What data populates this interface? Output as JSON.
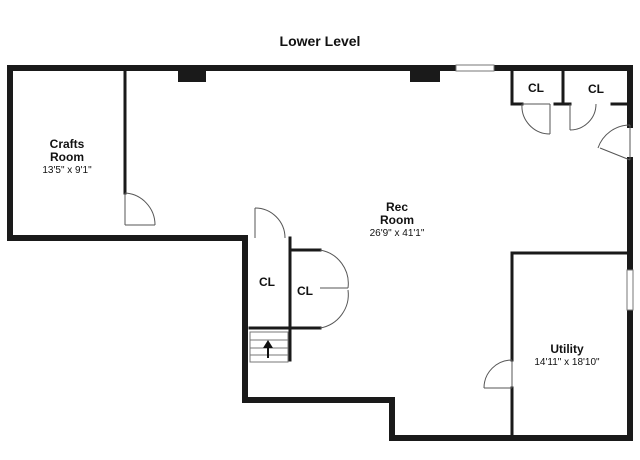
{
  "title": "Lower Level",
  "rooms": {
    "crafts": {
      "name_line1": "Crafts",
      "name_line2": "Room",
      "dims": "13'5\" x 9'1\""
    },
    "rec": {
      "name_line1": "Rec",
      "name_line2": "Room",
      "dims": "26'9\" x 41'1\""
    },
    "utility": {
      "name": "Utility",
      "dims": "14'11\" x 18'10\""
    },
    "closet_top_left": {
      "name": "CL"
    },
    "closet_top_right": {
      "name": "CL"
    },
    "closet_mid_left": {
      "name": "CL"
    },
    "closet_mid_right": {
      "name": "CL"
    }
  },
  "stair_icon": "up-arrow",
  "colors": {
    "wall": "#1a1a1a",
    "background": "#ffffff"
  }
}
